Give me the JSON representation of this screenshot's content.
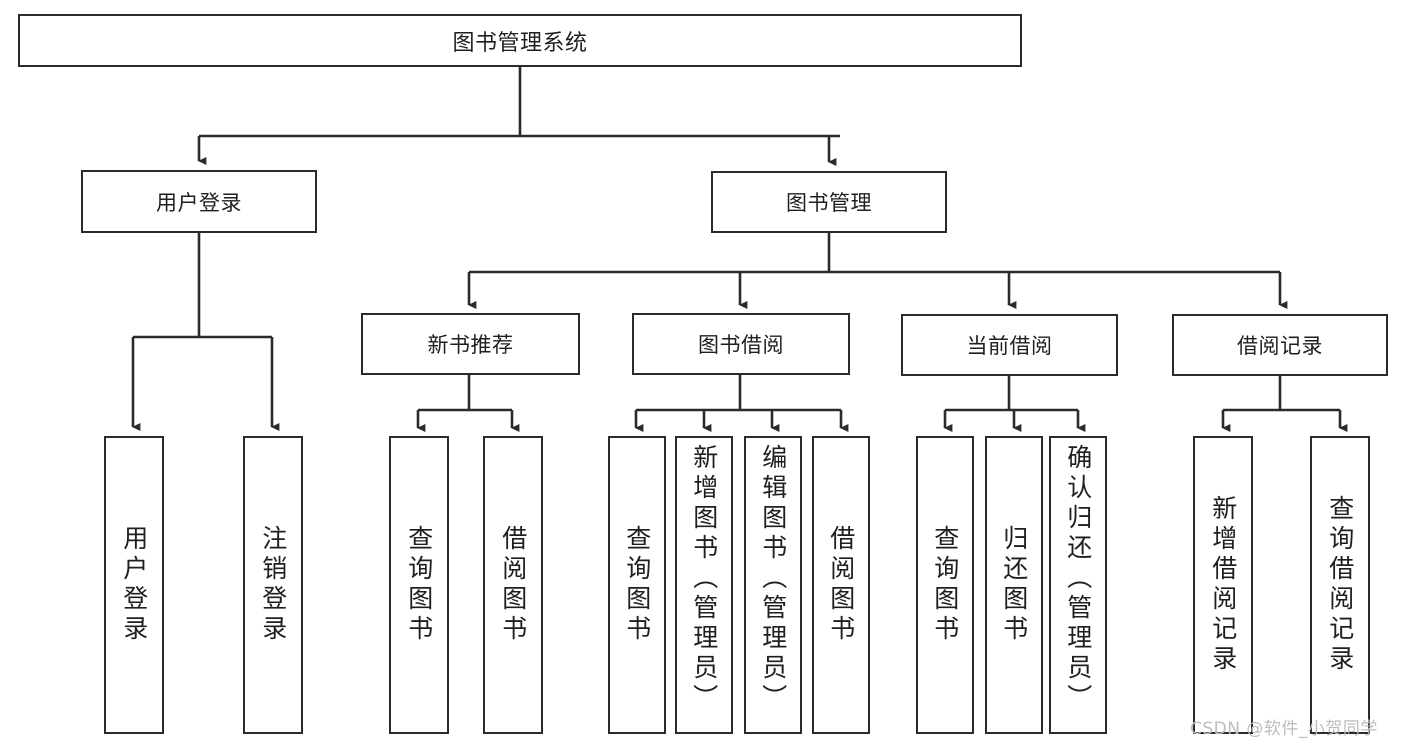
{
  "diagram": {
    "type": "tree",
    "title": "图书管理系统",
    "watermark": "CSDN @软件_小贺同学",
    "colors": {
      "box_border": "#2b2b2b",
      "box_fill": "#ffffff",
      "connector": "#2b2b2b",
      "text": "#1f1f1f",
      "watermark": "#bdbdbd"
    },
    "nodes": {
      "root": {
        "label": "图书管理系统"
      },
      "level1": [
        {
          "label": "用户登录"
        },
        {
          "label": "图书管理"
        }
      ],
      "level2": [
        {
          "label": "新书推荐"
        },
        {
          "label": "图书借阅"
        },
        {
          "label": "当前借阅"
        },
        {
          "label": "借阅记录"
        }
      ],
      "leaves": {
        "user_login": [
          {
            "label": "用户登录"
          },
          {
            "label": "注销登录"
          }
        ],
        "new_book_recommend": [
          {
            "label": "查询图书"
          },
          {
            "label": "借阅图书"
          }
        ],
        "book_borrow": [
          {
            "label": "查询图书"
          },
          {
            "label": "新增图书（管理员）"
          },
          {
            "label": "编辑图书（管理员）"
          },
          {
            "label": "借阅图书"
          }
        ],
        "current_borrow": [
          {
            "label": "查询图书"
          },
          {
            "label": "归还图书"
          },
          {
            "label": "确认归还（管理员）"
          }
        ],
        "borrow_record": [
          {
            "label": "新增借阅记录"
          },
          {
            "label": "查询借阅记录"
          }
        ]
      }
    }
  }
}
